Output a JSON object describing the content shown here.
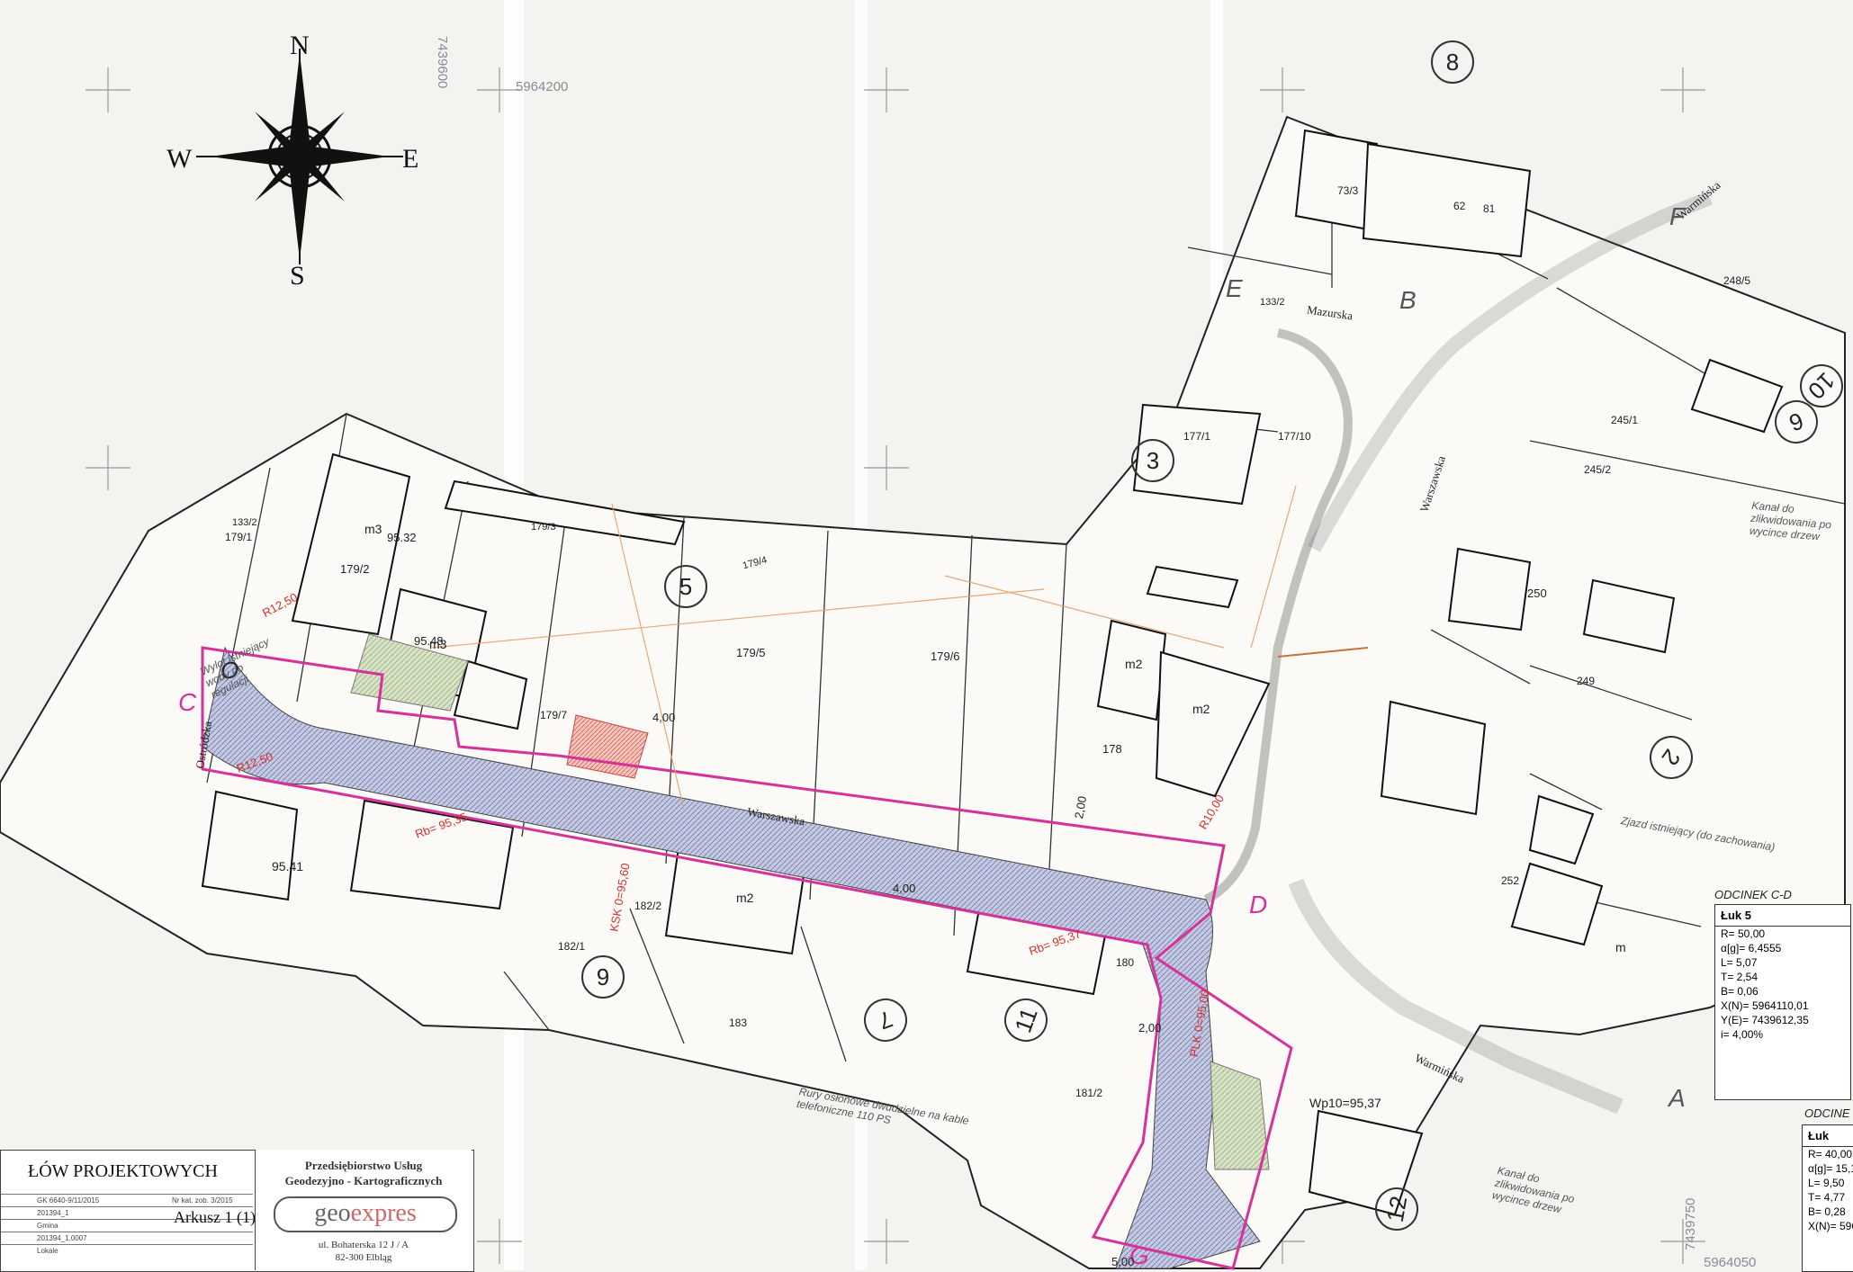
{
  "compass": {
    "n": "N",
    "s": "S",
    "e": "E",
    "w": "W"
  },
  "coordinates": {
    "top_y": "5964200",
    "top_x_vertical": "7439600",
    "bottom_y": "5964050",
    "bottom_x_vertical": "7439750"
  },
  "streets": {
    "warszawska": "Warszawska",
    "mazurska": "Mazurska",
    "warminska": "Warmińska",
    "ostrodzka": "Ostródzka",
    "warmijska_low": "Warmińska",
    "warszawska_mid": "Warszawska"
  },
  "markers": {
    "a": "A",
    "b": "B",
    "c": "C",
    "d": "D",
    "e": "E",
    "f": "F",
    "g": "G",
    "o": "O"
  },
  "sheet_numbers": [
    "8",
    "3",
    "5",
    "9",
    "10",
    "2",
    "6",
    "7",
    "11",
    "12"
  ],
  "parcels": [
    "179/2",
    "179/3",
    "179/4",
    "179/5",
    "179/6",
    "179/7",
    "178",
    "179/1",
    "177/10",
    "177/1",
    "133/2",
    "133/2",
    "248/5",
    "245/1",
    "245/2",
    "250",
    "249",
    "252",
    "182/1",
    "182/2",
    "183",
    "181/2",
    "180",
    "73/3",
    "81",
    "62",
    "m3",
    "m2",
    "m2",
    "m2",
    "m3",
    "m",
    "95.41",
    "95.48",
    "95.32"
  ],
  "red_labels": [
    "R12,50",
    "R12,50",
    "R10,00",
    "Rb= 95,35",
    "Rb= 95,37",
    "Wp10=95,37",
    "PLK 0=95,00",
    "KSK 0=95,60",
    "4,00",
    "4,00",
    "2,00",
    "2,00",
    "5,00"
  ],
  "annotations": {
    "telecom": "Rury osłonowe dwudzielne na kable telefoniczne 110 PS",
    "drain1": "Kanał do zlikwidowania po wycince drzew",
    "drain2": "Zjazd istniejący (do zachowania)",
    "drain3": "Kanał do zlikwidowania po wycince drzew",
    "water": "Wylot istniejący wody do regulacji"
  },
  "table_cd": {
    "title": "ODCINEK C-D",
    "header": "Łuk 5",
    "rows": [
      "R= 50,00",
      "α[g]= 6,4555",
      "L= 5,07",
      "T= 2,54",
      "B= 0,06",
      "X(N)= 5964110,01",
      "Y(E)= 7439612,35",
      "i= 4,00%"
    ]
  },
  "table_2": {
    "title": "ODCINE",
    "header": "Łuk",
    "rows": [
      "R= 40,00",
      "α[g]= 15,1",
      "L= 9,50",
      "T= 4,77",
      "B= 0,28",
      "X(N)= 596"
    ]
  },
  "title_block": {
    "title": "ŁÓW PROJEKTOWYCH",
    "rows": [
      {
        "a": "GK 6640-9/11/2015",
        "b": "Nr kat. zob. 3/2015"
      },
      {
        "a": "201394_1",
        "b": ""
      },
      {
        "a": "Gmina",
        "b": ""
      },
      {
        "a": "201394_1.0007",
        "b": ""
      },
      {
        "a": "Lokale",
        "b": ""
      }
    ],
    "sheet": "Arkusz 1 (1)"
  },
  "company": {
    "line1": "Przedsiębiorstwo Usług",
    "line2": "Geodezyjno - Kartograficznych",
    "logo_a": "geo",
    "logo_b": "expres",
    "addr1": "ul. Bohaterska 12 J / A",
    "addr2": "82-300 Elbląg"
  },
  "colors": {
    "road_fill": "#a4abcf",
    "boundary": "#d6339a",
    "parcel_line": "#222222",
    "fold": "#ffffff"
  }
}
